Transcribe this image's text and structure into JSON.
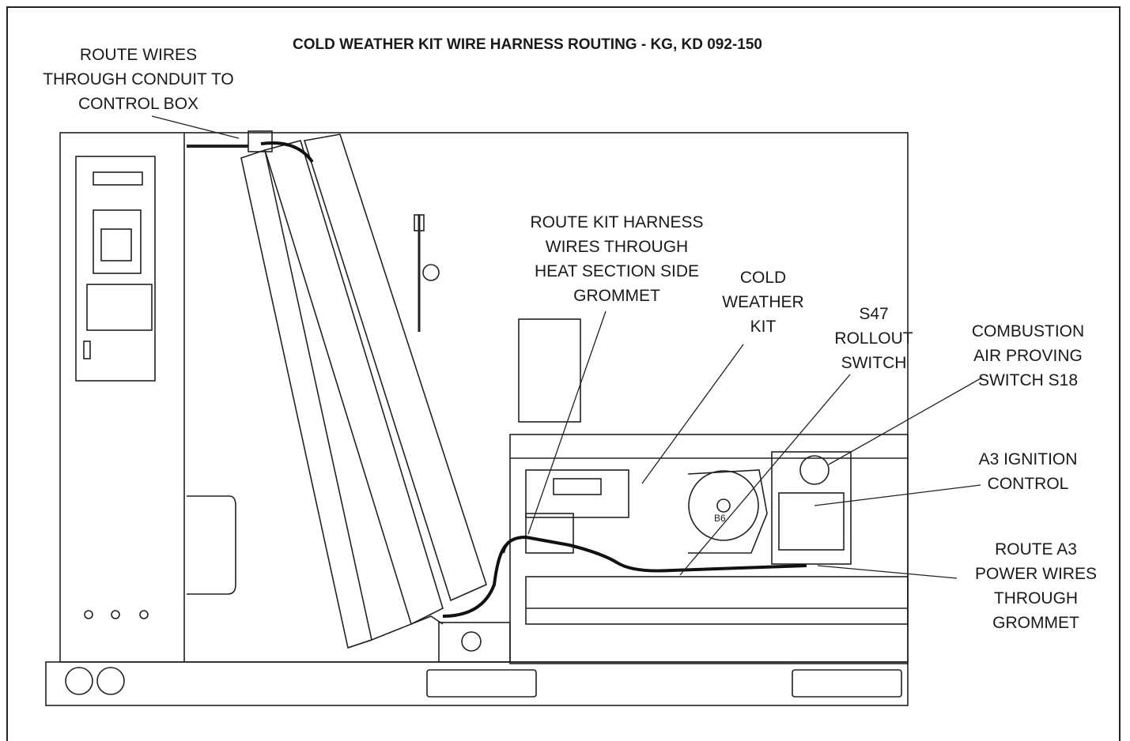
{
  "title": "COLD WEATHER KIT WIRE HARNESS ROUTING - KG, KD  092-150",
  "callouts": {
    "route_wires_conduit": [
      "ROUTE WIRES",
      "THROUGH CONDUIT TO",
      "CONTROL BOX"
    ],
    "route_kit_harness": [
      "ROUTE KIT HARNESS",
      "WIRES THROUGH",
      "HEAT SECTION SIDE",
      "GROMMET"
    ],
    "cold_weather_kit": [
      "COLD",
      "WEATHER",
      "KIT"
    ],
    "s47_rollout": [
      "S47",
      "ROLLOUT",
      "SWITCH"
    ],
    "combustion_air": [
      "COMBUSTION",
      "AIR PROVING",
      "SWITCH S18"
    ],
    "a3_ignition": [
      "A3 IGNITION",
      "CONTROL"
    ],
    "route_a3_power": [
      "ROUTE A3",
      "POWER WIRES",
      "THROUGH",
      "GROMMET"
    ]
  },
  "part_label": "B6"
}
